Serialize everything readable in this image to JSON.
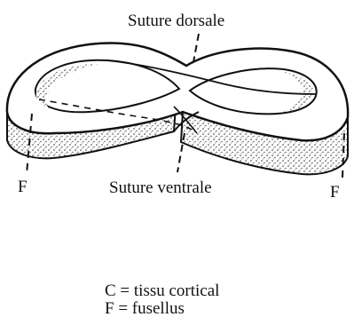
{
  "labels": {
    "suture_dorsale": "Suture dorsale",
    "suture_ventrale": "Suture ventrale",
    "f_left": "F",
    "f_right": "F"
  },
  "legend": [
    "C = tissu cortical",
    "F = fusellus"
  ]
}
